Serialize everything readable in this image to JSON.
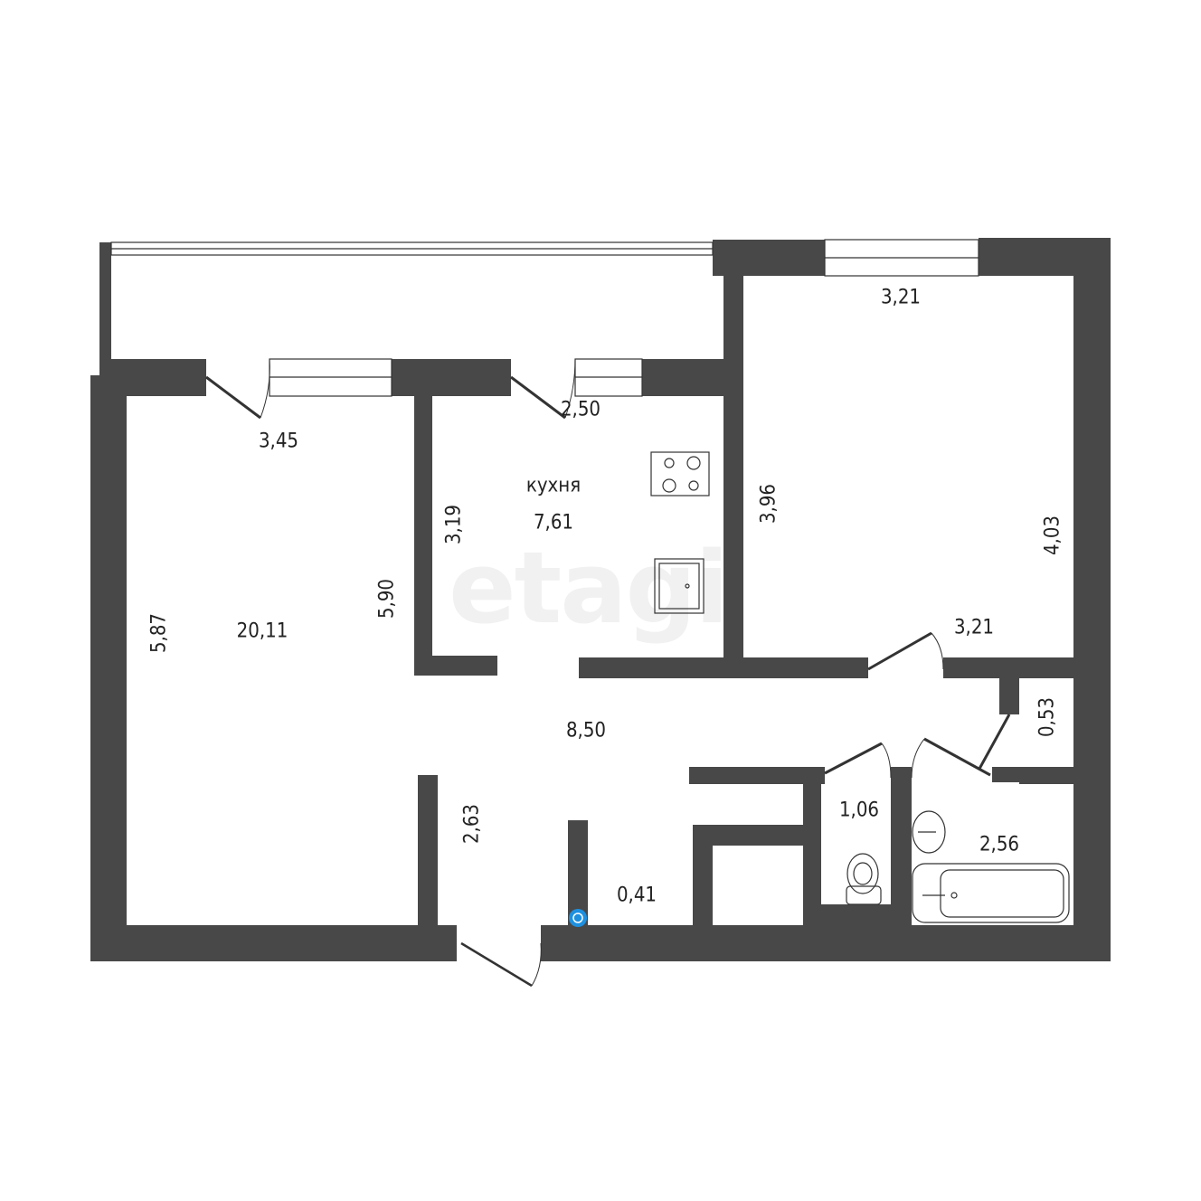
{
  "watermark": "etagi",
  "rooms": {
    "kitchen_name": "кухня",
    "kitchen_area": "7,61",
    "living_area": "20,11",
    "hall_area": "8,50",
    "toilet_area": "1,06",
    "bath_area": "2,56",
    "closet_area": "0,41",
    "storage_area": "0,53"
  },
  "dimensions": {
    "living_top": "3,45",
    "living_left": "5,87",
    "living_right": "5,90",
    "kitchen_top": "2,50",
    "kitchen_left": "3,19",
    "bedroom_top": "3,21",
    "bedroom_bottom": "3,21",
    "bedroom_left": "3,96",
    "bedroom_right": "4,03",
    "corridor": "2,63"
  },
  "colors": {
    "wall": "#484848",
    "marker": "#1e90e0"
  }
}
